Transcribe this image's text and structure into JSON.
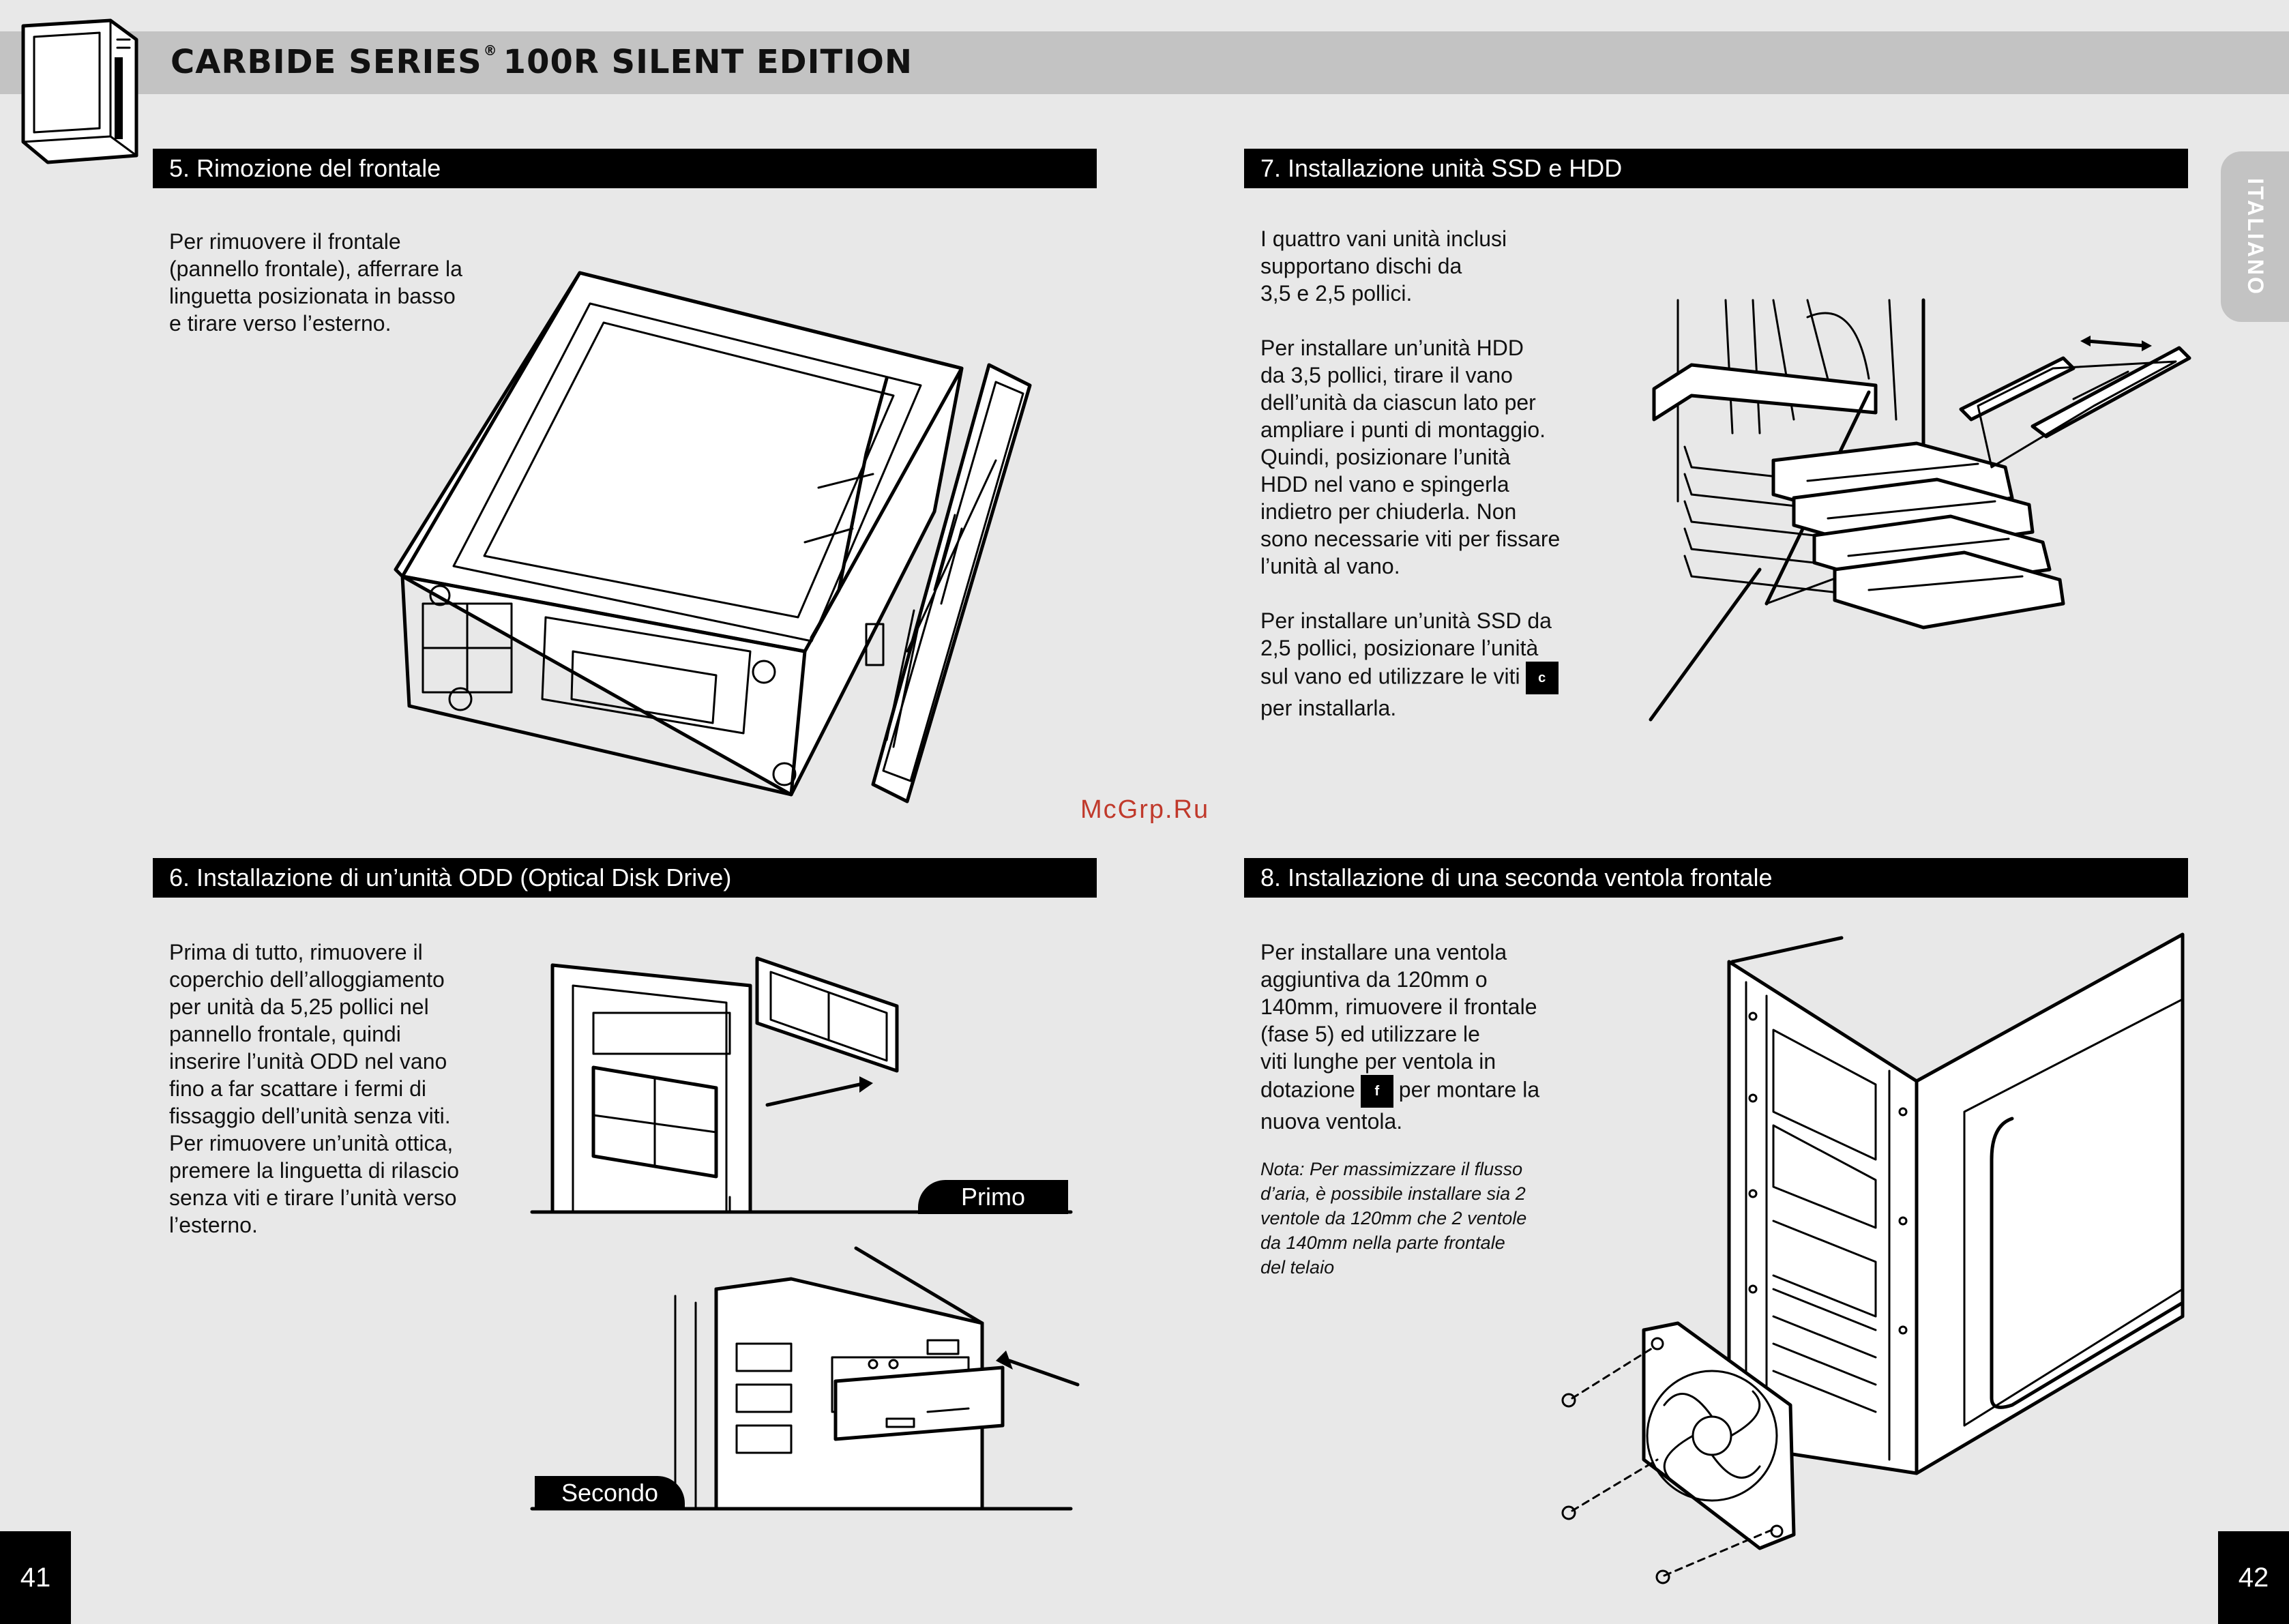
{
  "header": {
    "title_main": "CARBIDE SERIES",
    "title_reg": "®",
    "title_rest": "100R SILENT EDITION"
  },
  "side_tab": {
    "label": "ITALIANO"
  },
  "watermark": "McGrp.Ru",
  "pages": {
    "left": "41",
    "right": "42"
  },
  "sections": {
    "s5": {
      "title": "5. Rimozione del frontale",
      "lines": [
        "Per rimuovere il frontale",
        "(pannello frontale), afferrare la",
        "linguetta posizionata in basso",
        "e tirare verso l’esterno."
      ]
    },
    "s6": {
      "title": "6. Installazione di un’unità ODD (Optical Disk Drive)",
      "lines": [
        "Prima di tutto, rimuovere il",
        "coperchio dell’alloggiamento",
        "per unità da 5,25 pollici nel",
        "pannello frontale, quindi",
        "inserire l’unità ODD nel vano",
        "fino a far scattare i fermi di",
        "fissaggio dell’unità senza viti.",
        "Per rimuovere un’unità ottica,",
        "premere la linguetta di rilascio",
        "senza viti e tirare l’unità verso",
        "l’esterno."
      ],
      "label_first": "Primo",
      "label_second": "Secondo"
    },
    "s7": {
      "title": "7. Installazione unità SSD e HDD",
      "para1": [
        "I quattro vani unità inclusi",
        "supportano dischi da",
        "3,5 e 2,5 pollici."
      ],
      "para2": [
        "Per installare un’unità HDD",
        "da 3,5 pollici, tirare il vano",
        "dell’unità da ciascun lato per",
        "ampliare i punti di montaggio.",
        "Quindi, posizionare l’unità",
        "HDD nel vano e spingerla",
        "indietro per chiuderla. Non",
        "sono necessarie viti per fissare",
        "l’unità al vano."
      ],
      "para3": [
        "Per installare un’unità SSD da",
        "2,5 pollici, posizionare l’unità",
        "sul vano ed utilizzare le viti",
        "per installarla."
      ],
      "badge": "c"
    },
    "s8": {
      "title": "8. Installazione di una seconda ventola frontale",
      "lines": [
        "Per installare una ventola",
        "aggiuntiva da 120mm o",
        "140mm, rimuovere il frontale",
        "(fase 5) ed utilizzare le",
        "viti lunghe per ventola in"
      ],
      "line6_pre": "dotazione",
      "badge": "f",
      "line6_post": "per montare la",
      "line7": "nuova ventola.",
      "note": [
        "Nota: Per massimizzare il flusso",
        "d’aria, è possibile installare sia 2",
        "ventole da 120mm che 2 ventole",
        "da 140mm nella parte frontale",
        "del telaio"
      ]
    }
  }
}
